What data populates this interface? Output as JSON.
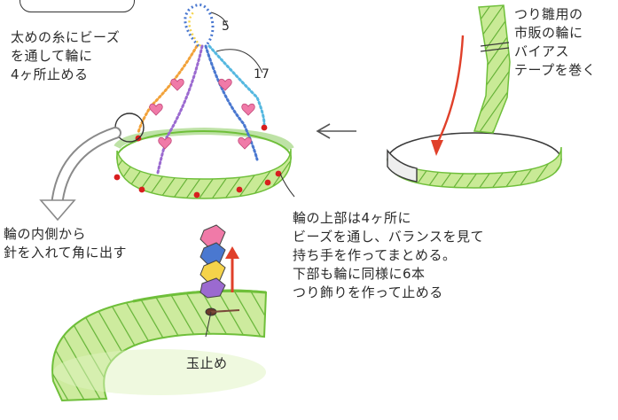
{
  "header": {
    "badge_text": ""
  },
  "labels": {
    "top_left": "太めの糸にビーズ\nを通して輪に\n4ヶ所止める",
    "count_5": "5",
    "count_17": "17",
    "top_right": "つり雛用の\n市販の輪に\nバイアス\nテープを巻く",
    "mid_left": "輪の内側から\n針を入れて角に出す",
    "mid_right": "輪の上部は4ヶ所に\nビーズを通し、バランスを見て\n持ち手を作ってまとめる。\n下部も輪に同様に6本\nつり飾りを作って止める",
    "knot": "玉止め"
  },
  "colors": {
    "ring_green": "#6fbf3a",
    "ring_light": "#b9e27a",
    "ring_fill": "#dff3c0",
    "stripe": "#4f9a2a",
    "knot_red": "#d81e1e",
    "arrow_red": "#e0402a",
    "heart_pink": "#f07aa8",
    "bead_orange": "#f2a23a",
    "bead_blue": "#4a78d0",
    "bead_purple": "#9b6ad0",
    "bead_cyan": "#55b8e0",
    "bead_yellow": "#f5d34a",
    "outline": "#3a3a3a"
  },
  "icons": [
    "curved-arrow-left-icon",
    "red-arrow-up-icon",
    "red-arrow-down-icon",
    "needle-knot-icon"
  ]
}
